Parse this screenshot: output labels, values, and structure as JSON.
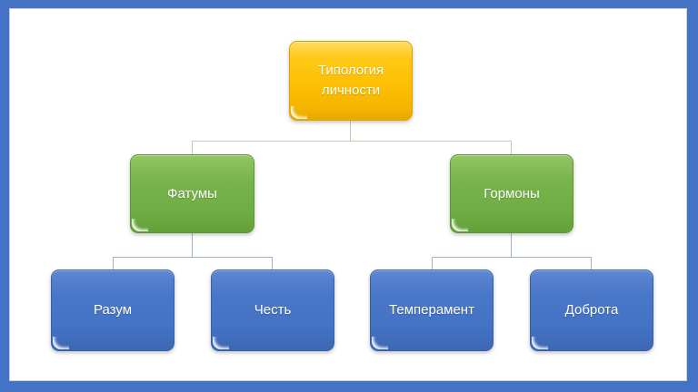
{
  "slide": {
    "frame_color": "#4472C4",
    "background_color": "#FFFFFF"
  },
  "diagram": {
    "type": "hierarchy",
    "nodes": {
      "root": {
        "label": "Типология личности",
        "fill": "#FFC000",
        "level": 1,
        "parent": null
      },
      "fatumy": {
        "label": "Фатумы",
        "fill": "#70AD47",
        "level": 2,
        "parent": "root"
      },
      "gormony": {
        "label": "Гормоны",
        "fill": "#70AD47",
        "level": 2,
        "parent": "root"
      },
      "razum": {
        "label": "Разум",
        "fill": "#4472C4",
        "level": 3,
        "parent": "fatumy"
      },
      "chest": {
        "label": "Честь",
        "fill": "#4472C4",
        "level": 3,
        "parent": "fatumy"
      },
      "temperament": {
        "label": "Темперамент",
        "fill": "#4472C4",
        "level": 3,
        "parent": "gormony"
      },
      "dobrota": {
        "label": "Доброта",
        "fill": "#4472C4",
        "level": 3,
        "parent": "gormony"
      }
    },
    "colors": {
      "text": "#FFFFFF",
      "connector_upper": "#B9CFAE",
      "connector_lower": "#9FB1CC"
    }
  }
}
